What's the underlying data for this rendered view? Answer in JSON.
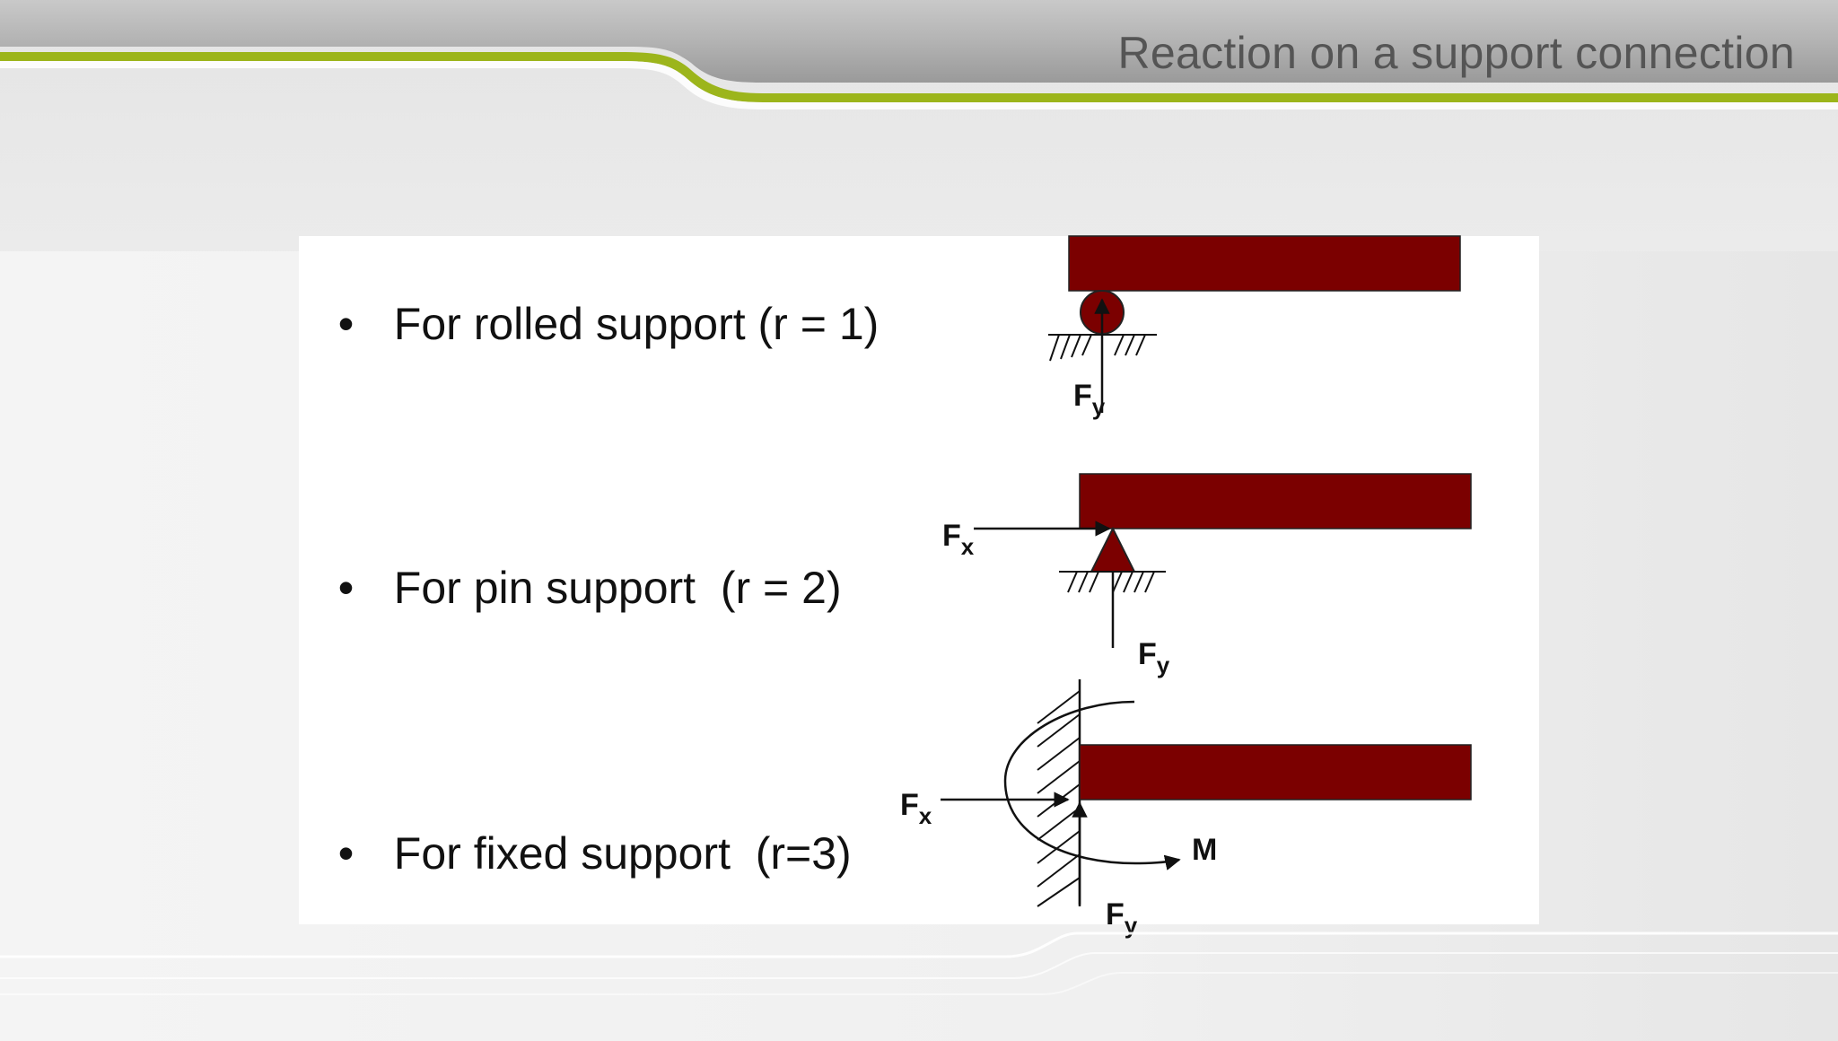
{
  "header": {
    "title": "Reaction on a support connection",
    "accent_color": "#9cb51b"
  },
  "content": {
    "bullets": [
      {
        "marker": "•",
        "text": "For rolled support (r = 1)"
      },
      {
        "marker": "•",
        "text": "For pin support  (r = 2)"
      },
      {
        "marker": "•",
        "text": "For fixed support  (r=3)"
      }
    ]
  },
  "diagrams": {
    "beam_color": "#7b0000",
    "rolled": {
      "force_y": {
        "main": "F",
        "sub": "y"
      }
    },
    "pin": {
      "force_x": {
        "main": "F",
        "sub": "x"
      },
      "force_y": {
        "main": "F",
        "sub": "y"
      }
    },
    "fixed": {
      "force_x": {
        "main": "F",
        "sub": "x"
      },
      "force_y": {
        "main": "F",
        "sub": "y"
      },
      "moment": "M"
    }
  }
}
